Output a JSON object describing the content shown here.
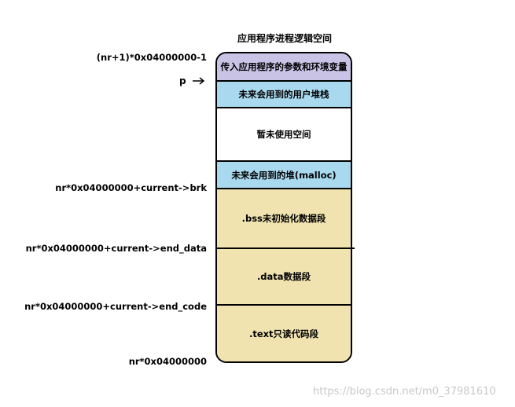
{
  "title": "应用程序进程逻辑空间",
  "labels": {
    "top_address": "(nr+1)*0x04000000-1",
    "pointer": "p",
    "brk": "nr*0x04000000+current->brk",
    "end_data": "nr*0x04000000+current->end_data",
    "end_code": "nr*0x04000000+current->end_code",
    "base": "nr*0x04000000"
  },
  "segments": {
    "args": "传入应用程序的参数和环境变量",
    "stack": "未来会用到的用户堆栈",
    "free": "暂未使用空间",
    "heap": "未来会用到的堆(malloc)",
    "bss": ".bss未初始化数据段",
    "data": ".data数据段",
    "text": ".text只读代码段"
  },
  "colors": {
    "args": "#c9c3e6",
    "stack_heap": "#a9d9ef",
    "free": "#ffffff",
    "bss_data_text": "#f1e3b0"
  },
  "watermark": "https://blog.csdn.net/m0_37981610"
}
